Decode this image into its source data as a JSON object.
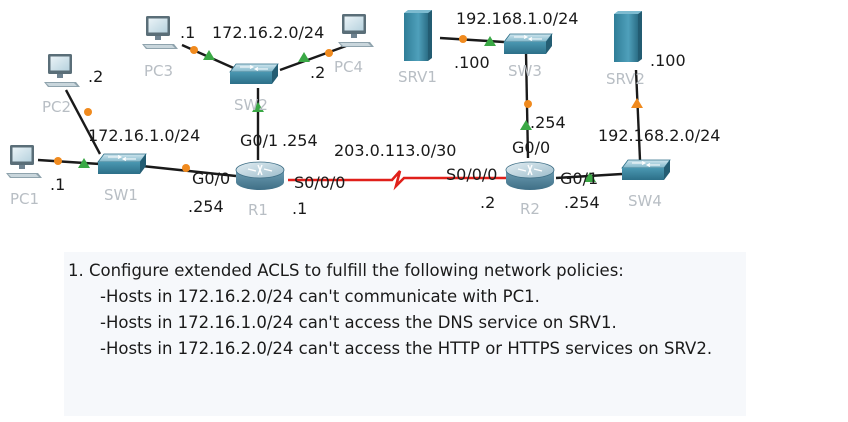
{
  "topology": {
    "networks": {
      "lan1": "172.16.1.0/24",
      "lan2": "172.16.2.0/24",
      "wan": "203.0.113.0/30",
      "lan3": "192.168.1.0/24",
      "lan4": "192.168.2.0/24"
    },
    "devices": {
      "pc1": "PC1",
      "pc2": "PC2",
      "pc3": "PC3",
      "pc4": "PC4",
      "sw1": "SW1",
      "sw2": "SW2",
      "sw3": "SW3",
      "sw4": "SW4",
      "r1": "R1",
      "r2": "R2",
      "srv1": "SRV1",
      "srv2": "SRV2"
    },
    "addresses": {
      "pc1": ".1",
      "pc2": ".2",
      "pc3": ".1",
      "pc4": ".2",
      "r1_g00": ".254",
      "r1_g01": ".254",
      "r1_s000": ".1",
      "r2_s000": ".2",
      "r2_g00": ".254",
      "r2_g01": ".254",
      "srv1": ".100",
      "srv2": ".100"
    },
    "interfaces": {
      "r1_g00": "G0/0",
      "r1_g01": "G0/1",
      "r1_s000": "S0/0/0",
      "r2_s000": "S0/0/0",
      "r2_g00": "G0/0",
      "r2_g01": "G0/1"
    },
    "colors": {
      "link": "#1a1a1a",
      "serial": "#e0201a",
      "port_up": "#3aa845",
      "port_orange": "#f08a1e",
      "switch": "#3d8ea8",
      "router": "#5a8ea8",
      "server": "#3d8ea8"
    }
  },
  "task": {
    "heading": "1. Configure extended ACLS to fulfill the following network policies:",
    "policies": [
      "-Hosts in 172.16.2.0/24 can't communicate with PC1.",
      "-Hosts in 172.16.1.0/24 can't access the DNS service on SRV1.",
      "-Hosts in 172.16.2.0/24 can't access the HTTP or HTTPS services on SRV2."
    ]
  }
}
